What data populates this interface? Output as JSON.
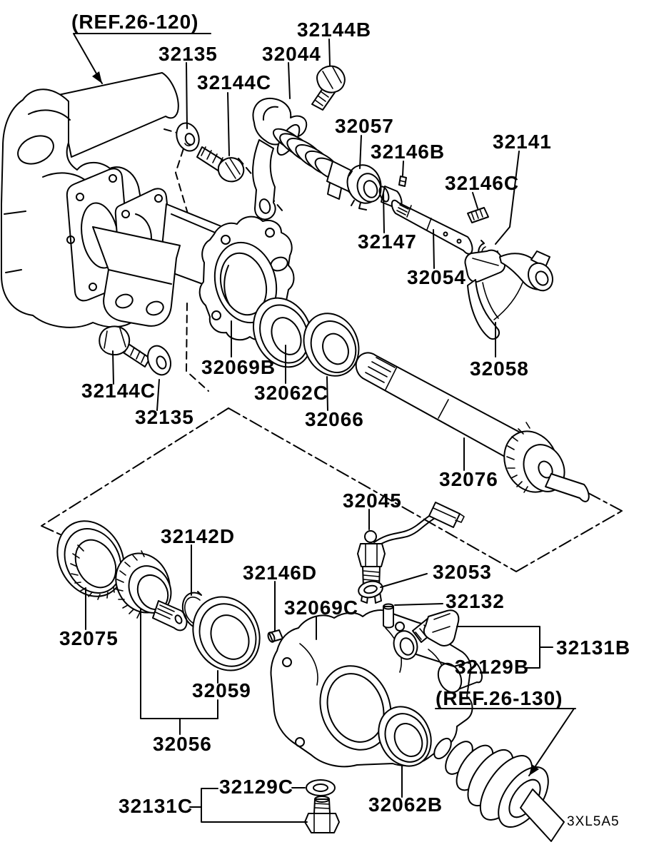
{
  "diagram": {
    "type": "exploded-parts-diagram",
    "drawing_code": "3XL5A5",
    "references": [
      "(REF.26-120)",
      "(REF.26-130)"
    ],
    "labels": [
      {
        "id": "ref-26-120",
        "text": "(REF.26-120)"
      },
      {
        "id": "32135-top",
        "text": "32135"
      },
      {
        "id": "32144C-top",
        "text": "32144C"
      },
      {
        "id": "32044",
        "text": "32044"
      },
      {
        "id": "32144B",
        "text": "32144B"
      },
      {
        "id": "32057",
        "text": "32057"
      },
      {
        "id": "32146B",
        "text": "32146B"
      },
      {
        "id": "32141",
        "text": "32141"
      },
      {
        "id": "32146C",
        "text": "32146C"
      },
      {
        "id": "32147",
        "text": "32147"
      },
      {
        "id": "32054",
        "text": "32054"
      },
      {
        "id": "32058",
        "text": "32058"
      },
      {
        "id": "32069B",
        "text": "32069B"
      },
      {
        "id": "32062C",
        "text": "32062C"
      },
      {
        "id": "32066",
        "text": "32066"
      },
      {
        "id": "32144C-left",
        "text": "32144C"
      },
      {
        "id": "32135-left",
        "text": "32135"
      },
      {
        "id": "32076",
        "text": "32076"
      },
      {
        "id": "32045",
        "text": "32045"
      },
      {
        "id": "32142D",
        "text": "32142D"
      },
      {
        "id": "32075",
        "text": "32075"
      },
      {
        "id": "32059",
        "text": "32059"
      },
      {
        "id": "32056",
        "text": "32056"
      },
      {
        "id": "32146D",
        "text": "32146D"
      },
      {
        "id": "32069C",
        "text": "32069C"
      },
      {
        "id": "32053",
        "text": "32053"
      },
      {
        "id": "32132",
        "text": "32132"
      },
      {
        "id": "32129B",
        "text": "32129B"
      },
      {
        "id": "32131B",
        "text": "32131B"
      },
      {
        "id": "ref-26-130",
        "text": "(REF.26-130)"
      },
      {
        "id": "32129C",
        "text": "32129C"
      },
      {
        "id": "32131C",
        "text": "32131C"
      },
      {
        "id": "32062B",
        "text": "32062B"
      },
      {
        "id": "drawing-code",
        "text": "3XL5A5"
      }
    ]
  }
}
